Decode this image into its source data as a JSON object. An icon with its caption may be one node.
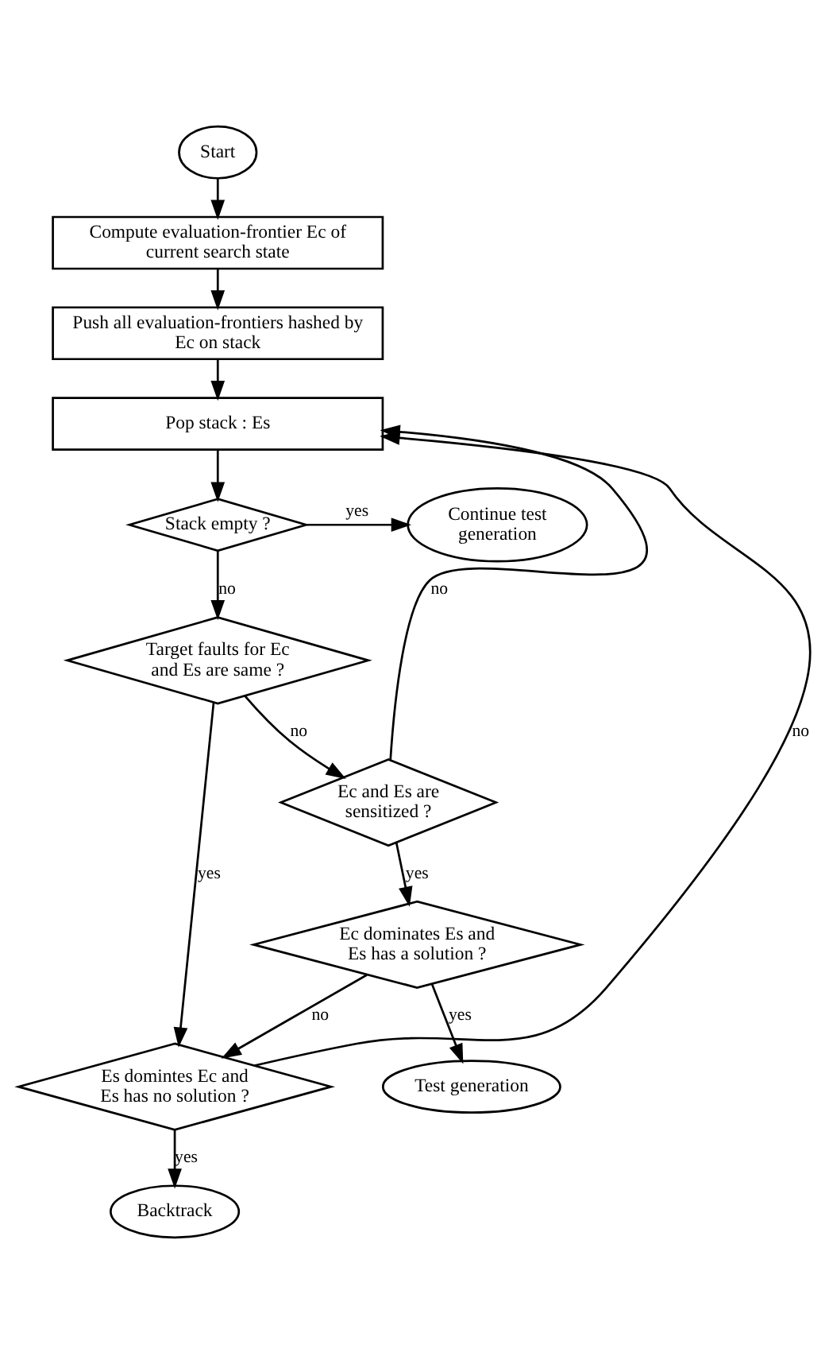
{
  "diagram": {
    "nodes": [
      {
        "text": [
          "Start"
        ]
      },
      {
        "text": [
          "Compute evaluation-frontier Ec of current search state"
        ]
      },
      {
        "text": [
          "Push all evaluation-frontiers hashed by Ec on stack"
        ]
      },
      {
        "text": [
          "Pop stack : Es"
        ]
      },
      {
        "text": [
          "Stack empty ?"
        ]
      },
      {
        "text": [
          "Continue test generation"
        ]
      },
      {
        "text": [
          "Target faults for Ec and Es are same ?"
        ]
      },
      {
        "text": [
          "Ec and Es are sensitized ?"
        ]
      },
      {
        "text": [
          "Ec dominates Es and Es has a solution ?"
        ]
      },
      {
        "text": [
          "Es domintes Ec and Es has no solution ?"
        ]
      },
      {
        "text": [
          "Backtrack"
        ]
      },
      {
        "text": [
          "Test generation"
        ]
      }
    ],
    "edges": [
      {
        "from": 0,
        "to": 1,
        "arrow": "to"
      },
      {
        "from": 1,
        "to": 2,
        "arrow": "to"
      },
      {
        "from": 2,
        "to": 3,
        "arrow": "to"
      },
      {
        "from": 3,
        "to": 4,
        "arrow": "to"
      },
      {
        "from": 4,
        "to": 5,
        "arrow": "to",
        "label": "yes"
      },
      {
        "from": 4,
        "to": 6,
        "arrow": "to",
        "label": "no"
      },
      {
        "from": 6,
        "to": 9,
        "arrow": "to",
        "label": "yes"
      },
      {
        "from": 6,
        "to": 7,
        "arrow": "to",
        "label": "no"
      },
      {
        "from": 7,
        "to": 3,
        "arrow": "to",
        "label": "no"
      },
      {
        "from": 7,
        "to": 8,
        "arrow": "to",
        "label": "yes"
      },
      {
        "from": 8,
        "to": 9,
        "arrow": "to",
        "label": "no"
      },
      {
        "from": 8,
        "to": 11,
        "arrow": "to",
        "label": "yes"
      },
      {
        "from": 9,
        "to": 3,
        "arrow": "to",
        "label": "no"
      },
      {
        "from": 9,
        "to": 10,
        "arrow": "to",
        "label": "yes"
      }
    ]
  }
}
